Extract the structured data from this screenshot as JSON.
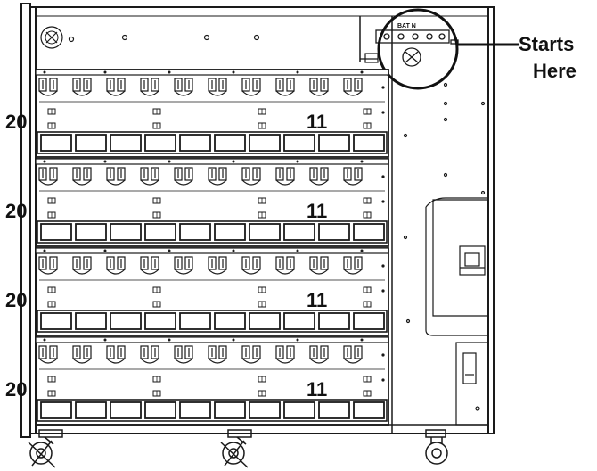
{
  "callout": {
    "line1": "Starts",
    "line2": "Here"
  },
  "terminal_label": "BAT N",
  "shelves": [
    {
      "left_label": "20",
      "right_label": "11"
    },
    {
      "left_label": "20",
      "right_label": "11"
    },
    {
      "left_label": "20",
      "right_label": "11"
    },
    {
      "left_label": "20",
      "right_label": "11"
    }
  ],
  "colors": {
    "line": "#1a1a1a",
    "fill": "#ffffff",
    "shade": "#d9d9d9"
  }
}
